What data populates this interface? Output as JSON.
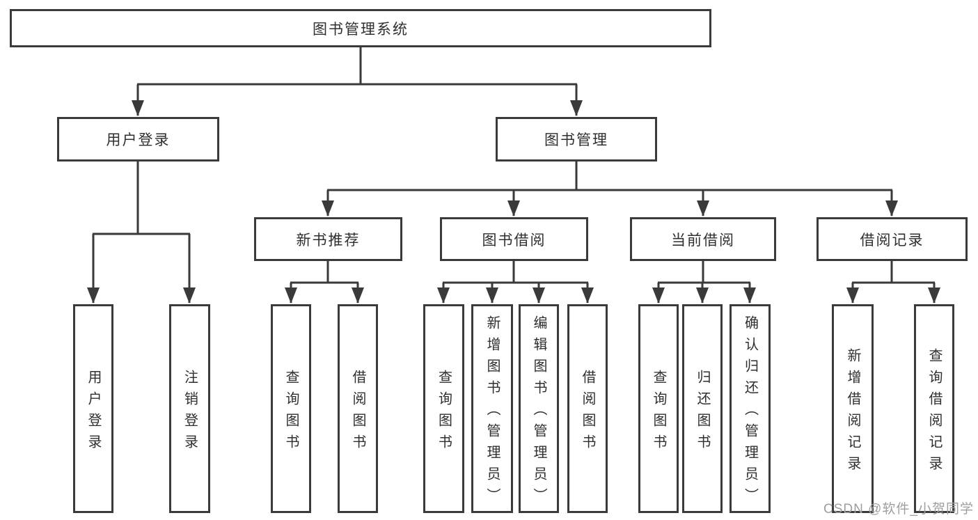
{
  "tree": {
    "root": {
      "label": "图书管理系统",
      "children": [
        {
          "label": "用户登录",
          "children": [
            {
              "label": "用户登录"
            },
            {
              "label": "注销登录"
            }
          ]
        },
        {
          "label": "图书管理",
          "children": [
            {
              "label": "新书推荐",
              "children": [
                {
                  "label": "查询图书"
                },
                {
                  "label": "借阅图书"
                }
              ]
            },
            {
              "label": "图书借阅",
              "children": [
                {
                  "label": "查询图书"
                },
                {
                  "label": "新增图书（管理员）"
                },
                {
                  "label": "编辑图书（管理员）"
                },
                {
                  "label": "借阅图书"
                }
              ]
            },
            {
              "label": "当前借阅",
              "children": [
                {
                  "label": "查询图书"
                },
                {
                  "label": "归还图书"
                },
                {
                  "label": "确认归还（管理员）"
                }
              ]
            },
            {
              "label": "借阅记录",
              "children": [
                {
                  "label": "新增借阅记录"
                },
                {
                  "label": "查询借阅记录"
                }
              ]
            }
          ]
        }
      ]
    }
  },
  "watermark": {
    "text": "CSDN @软件_小贺同学"
  },
  "colors": {
    "line": "#3a3a3a",
    "text": "#2f2f2f",
    "background": "#ffffff",
    "watermark_color": "#9e9e9e"
  }
}
